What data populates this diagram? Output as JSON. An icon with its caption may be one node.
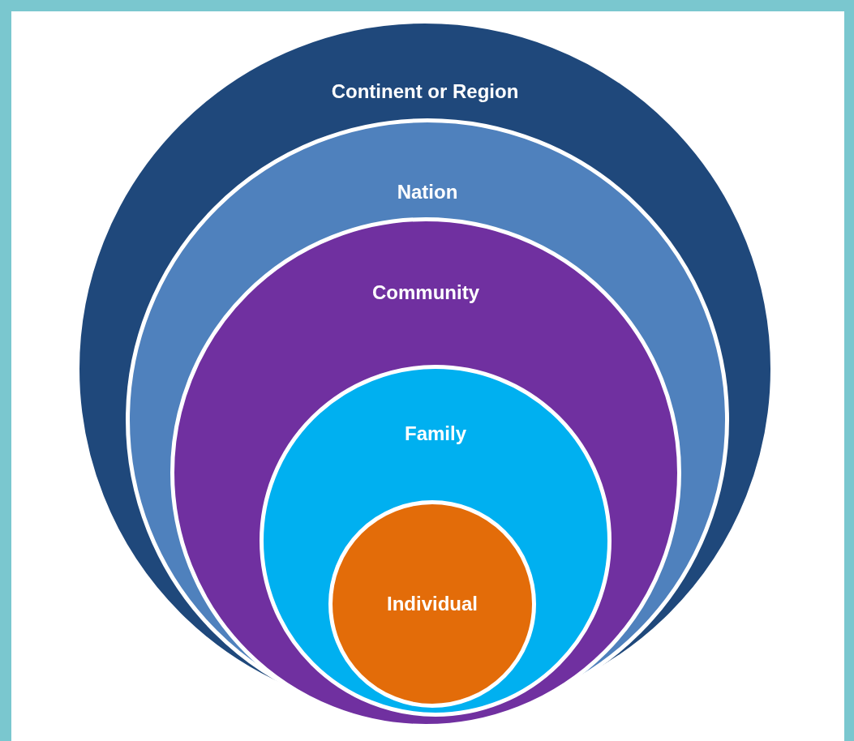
{
  "diagram": {
    "nodes": [
      {
        "text": [
          "Continent or Region"
        ]
      },
      {
        "text": [
          "Nation"
        ],
        "in": 0
      },
      {
        "text": [
          "Community"
        ],
        "in": 1
      },
      {
        "text": [
          "Family"
        ],
        "in": 2
      },
      {
        "text": [
          "Individual"
        ],
        "in": 3
      }
    ]
  }
}
